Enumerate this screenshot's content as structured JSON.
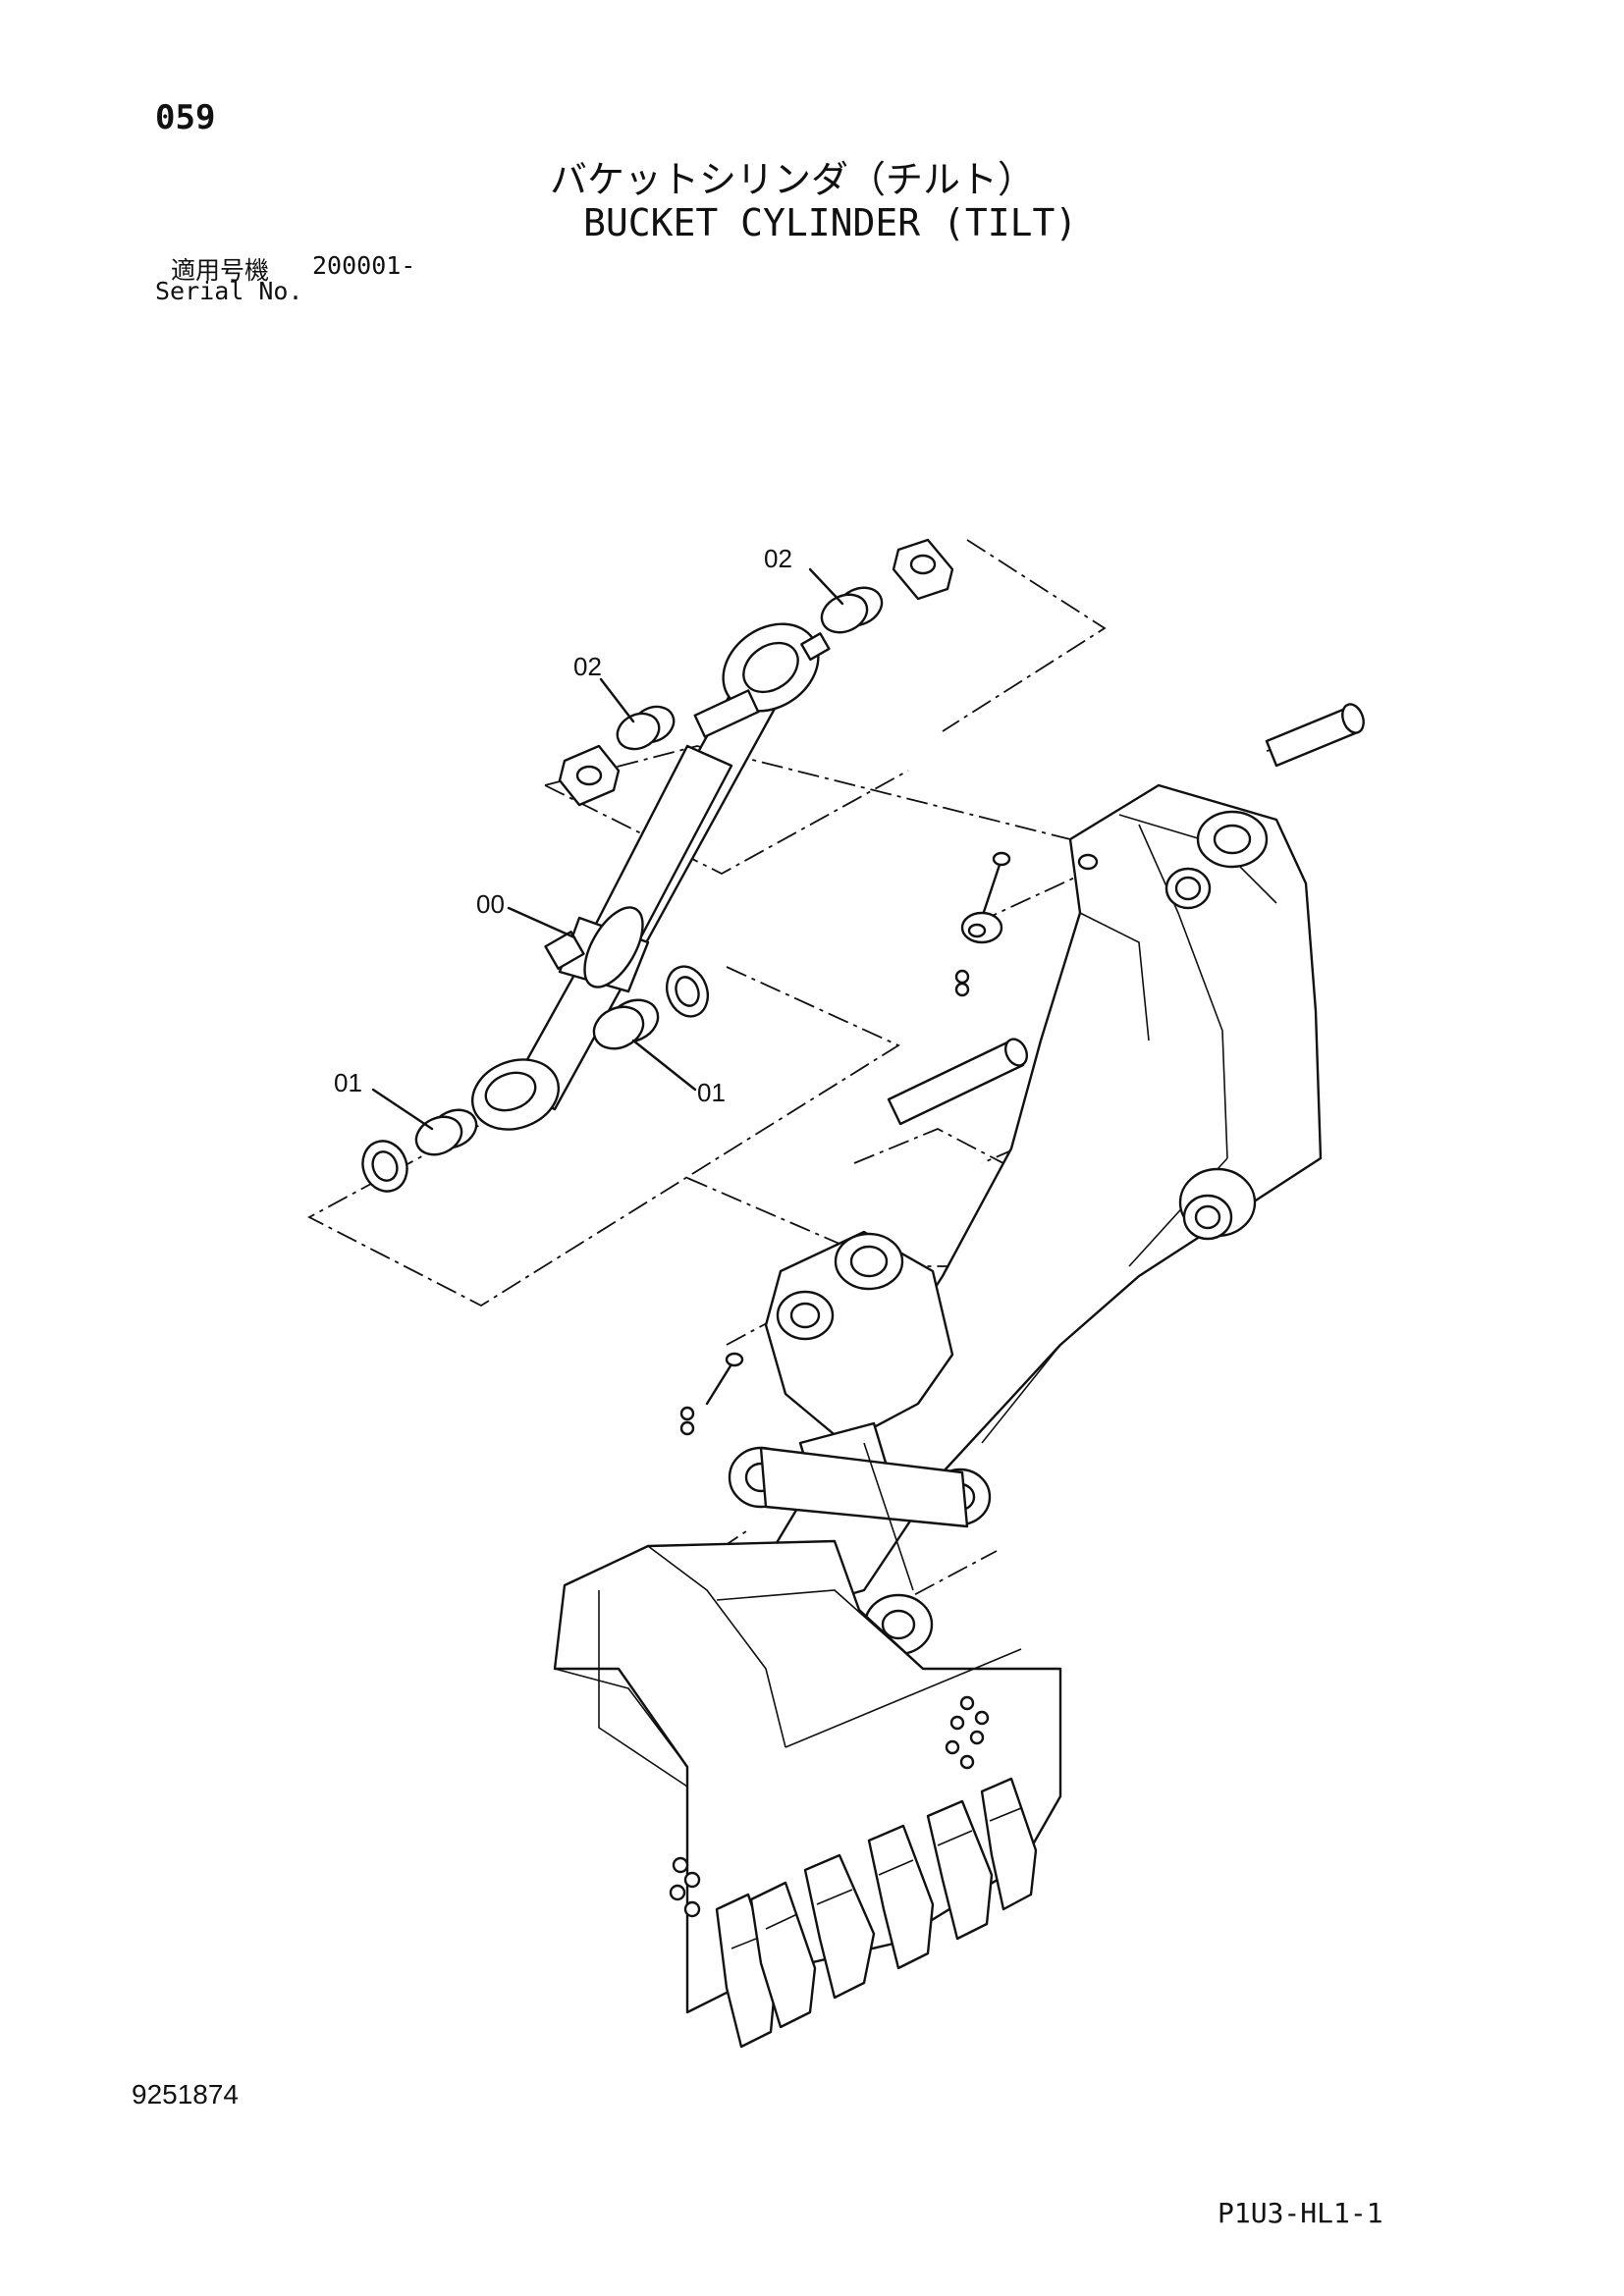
{
  "header": {
    "page_number": "059",
    "title_jp": "バケットシリンダ（チルト）",
    "title_en": "BUCKET CYLINDER (TILT)",
    "serial_label_jp": "適用号機",
    "serial_value": "200001-",
    "serial_label_en": "Serial No."
  },
  "callouts": [
    {
      "id": "callout-02-top",
      "text": "02"
    },
    {
      "id": "callout-02-left",
      "text": "02"
    },
    {
      "id": "callout-00",
      "text": "00"
    },
    {
      "id": "callout-01-left",
      "text": "01"
    },
    {
      "id": "callout-01-right",
      "text": "01"
    }
  ],
  "footer": {
    "doc_number": "9251874",
    "sheet_code": "P1U3-HL1-1"
  }
}
